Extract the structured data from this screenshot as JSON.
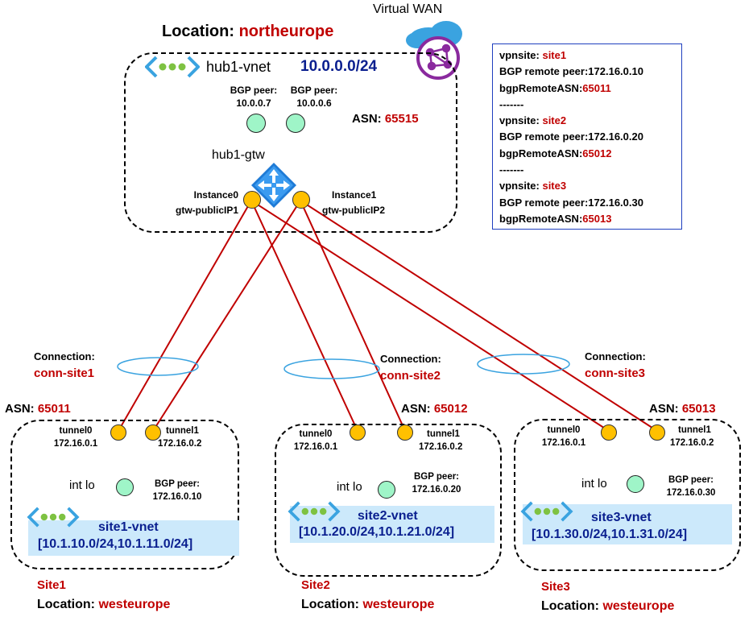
{
  "hub": {
    "location_label": "Location:",
    "location_value": "northeurope",
    "wan_label": "Virtual WAN",
    "vnet_name": "hub1-vnet",
    "vnet_prefix": "10.0.0.0/24",
    "bgp_peers": [
      {
        "label": "BGP peer:",
        "ip": "10.0.0.7"
      },
      {
        "label": "BGP peer:",
        "ip": "10.0.0.6"
      }
    ],
    "asn_label": "ASN:",
    "asn_value": "65515",
    "gateway_name": "hub1-gtw",
    "instances": [
      {
        "name": "Instance0",
        "ip_name": "gtw-publicIP1"
      },
      {
        "name": "Instance1",
        "ip_name": "gtw-publicIP2"
      }
    ]
  },
  "legend": [
    {
      "k1": "vpnsite: ",
      "site": "site1",
      "k2": "BGP remote peer:172.16.0.10",
      "k3": "bgpRemoteASN:",
      "asn": "65011"
    },
    {
      "k1": "vpnsite: ",
      "site": "site2",
      "k2": "BGP remote peer:172.16.0.20",
      "k3": "bgpRemoteASN:",
      "asn": "65012"
    },
    {
      "k1": "vpnsite: ",
      "site": "site3",
      "k2": "BGP remote peer:172.16.0.30",
      "k3": "bgpRemoteASN:",
      "asn": "65013"
    }
  ],
  "legend_separator": "-------",
  "connections": [
    {
      "label": "Connection:",
      "name": "conn-site1"
    },
    {
      "label": "Connection:",
      "name": "conn-site2"
    },
    {
      "label": "Connection:",
      "name": "conn-site3"
    }
  ],
  "sites": [
    {
      "asn_label": "ASN:",
      "asn": "65011",
      "tunnel0": "tunnel0",
      "tunnel0_ip": "172.16.0.1",
      "tunnel1": "tunnel1",
      "tunnel1_ip": "172.16.0.2",
      "lo": "int lo",
      "bgp_label": "BGP peer:",
      "bgp_ip": "172.16.0.10",
      "vnet": "site1-vnet",
      "prefixes": "[10.1.10.0/24,10.1.11.0/24]",
      "name": "Site1",
      "loc_label": "Location:",
      "loc": "westeurope"
    },
    {
      "asn_label": "ASN:",
      "asn": "65012",
      "tunnel0": "tunnel0",
      "tunnel0_ip": "172.16.0.1",
      "tunnel1": "tunnel1",
      "tunnel1_ip": "172.16.0.2",
      "lo": "int lo",
      "bgp_label": "BGP peer:",
      "bgp_ip": "172.16.0.20",
      "vnet": "site2-vnet",
      "prefixes": "[10.1.20.0/24,10.1.21.0/24]",
      "name": "Site2",
      "loc_label": "Location:",
      "loc": "westeurope"
    },
    {
      "asn_label": "ASN:",
      "asn": "65013",
      "tunnel0": "tunnel0",
      "tunnel0_ip": "172.16.0.1",
      "tunnel1": "tunnel1",
      "tunnel1_ip": "172.16.0.2",
      "lo": "int lo",
      "bgp_label": "BGP peer:",
      "bgp_ip": "172.16.0.30",
      "vnet": "site3-vnet",
      "prefixes": "[10.1.30.0/24,10.1.31.0/24]",
      "name": "Site3",
      "loc_label": "Location:",
      "loc": "westeurope"
    }
  ],
  "icons": {
    "vnet": "vnet-icon",
    "gateway": "vpn-gateway-icon",
    "wan": "virtual-wan-icon"
  },
  "colors": {
    "accent_red": "#c00000",
    "navy": "#0a1f8f",
    "tunnel_line": "#c00000",
    "instance_dot": "#ffc000",
    "bgp_dot": "#9ff5c8",
    "vnet_band": "#cce9fb"
  }
}
